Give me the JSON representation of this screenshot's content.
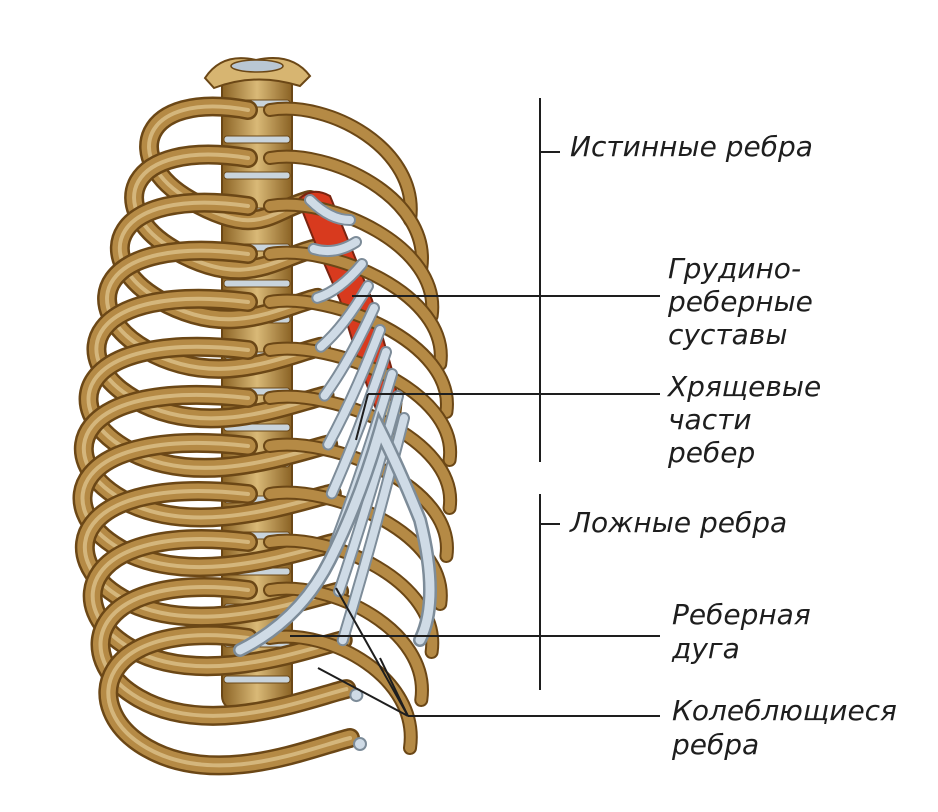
{
  "labels": {
    "true_ribs": "Истинные ребра",
    "sternocostal_1": "Грудино-",
    "sternocostal_2": "реберные",
    "sternocostal_3": "суставы",
    "cartilage_1": "Хрящевые",
    "cartilage_2": "части",
    "cartilage_3": "ребер",
    "false_ribs": "Ложные ребра",
    "costal_arch_1": "Реберная",
    "costal_arch_2": "дуга",
    "floating_1": "Колеблющиеся",
    "floating_2": "ребра"
  },
  "colors": {
    "bone": "#b58a45",
    "bone_dark": "#6b4716",
    "bone_light": "#dcc08a",
    "cartilage": "#cfdbe6",
    "sternum": "#d83a1e",
    "line": "#1e1e1e",
    "background": "#ffffff"
  }
}
